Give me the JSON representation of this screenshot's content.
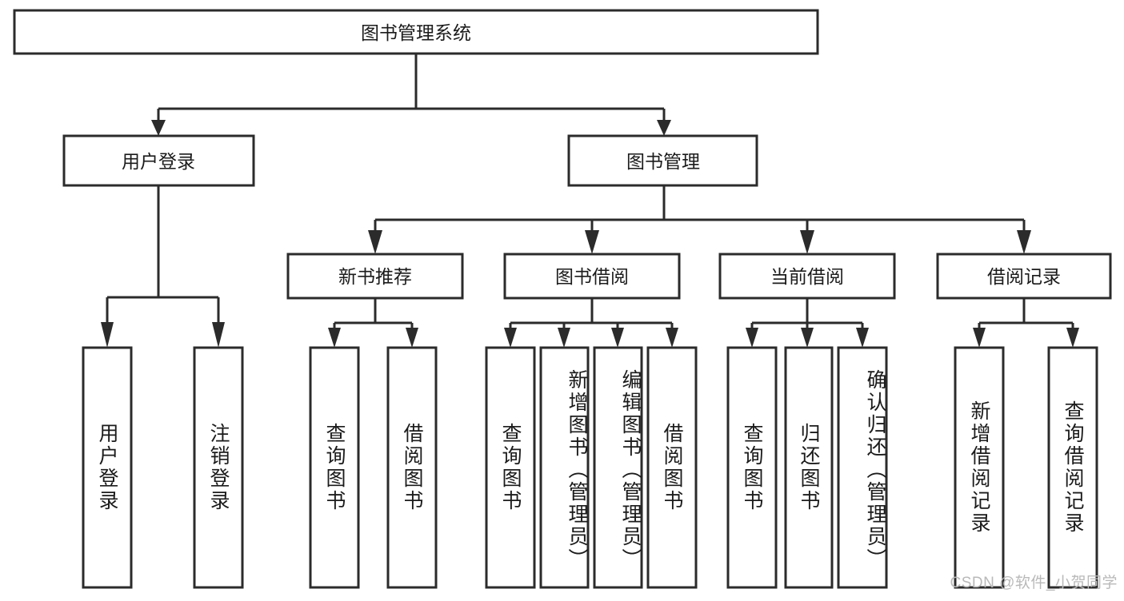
{
  "diagram": {
    "type": "tree-hierarchy-chart",
    "title_node": {
      "label": "图书管理系统"
    },
    "level2": [
      {
        "id": "user-login",
        "label": "用户登录"
      },
      {
        "id": "book-management",
        "label": "图书管理"
      }
    ],
    "level3": [
      {
        "id": "new-book-recommend",
        "label": "新书推荐",
        "parent": "book-management"
      },
      {
        "id": "book-borrow",
        "label": "图书借阅",
        "parent": "book-management"
      },
      {
        "id": "current-borrow",
        "label": "当前借阅",
        "parent": "book-management"
      },
      {
        "id": "borrow-record",
        "label": "借阅记录",
        "parent": "book-management"
      }
    ],
    "leaves": [
      {
        "id": "leaf-user-login",
        "label": "用户登录",
        "parent": "user-login"
      },
      {
        "id": "leaf-logout-login",
        "label": "注销登录",
        "parent": "user-login"
      },
      {
        "id": "leaf-query-book-1",
        "label": "查询图书",
        "parent": "new-book-recommend"
      },
      {
        "id": "leaf-borrow-book-1",
        "label": "借阅图书",
        "parent": "new-book-recommend"
      },
      {
        "id": "leaf-query-book-2",
        "label": "查询图书",
        "parent": "book-borrow"
      },
      {
        "id": "leaf-add-book",
        "label": "新增图书（管理员）",
        "parent": "book-borrow"
      },
      {
        "id": "leaf-edit-book",
        "label": "编辑图书（管理员）",
        "parent": "book-borrow"
      },
      {
        "id": "leaf-borrow-book-2",
        "label": "借阅图书",
        "parent": "book-borrow"
      },
      {
        "id": "leaf-query-book-3",
        "label": "查询图书",
        "parent": "current-borrow"
      },
      {
        "id": "leaf-return-book",
        "label": "归还图书",
        "parent": "current-borrow"
      },
      {
        "id": "leaf-confirm-return",
        "label": "确认归还（管理员）",
        "parent": "current-borrow"
      },
      {
        "id": "leaf-add-record",
        "label": "新增借阅记录",
        "parent": "borrow-record"
      },
      {
        "id": "leaf-query-record",
        "label": "查询借阅记录",
        "parent": "borrow-record"
      }
    ]
  },
  "watermark": {
    "text": "CSDN @软件_小贺同学"
  },
  "colors": {
    "stroke": "#2b2b2b",
    "box_fill": "#ffffff",
    "text": "#1b1b1b",
    "watermark": "#b9b9b9",
    "background": "#ffffff"
  }
}
